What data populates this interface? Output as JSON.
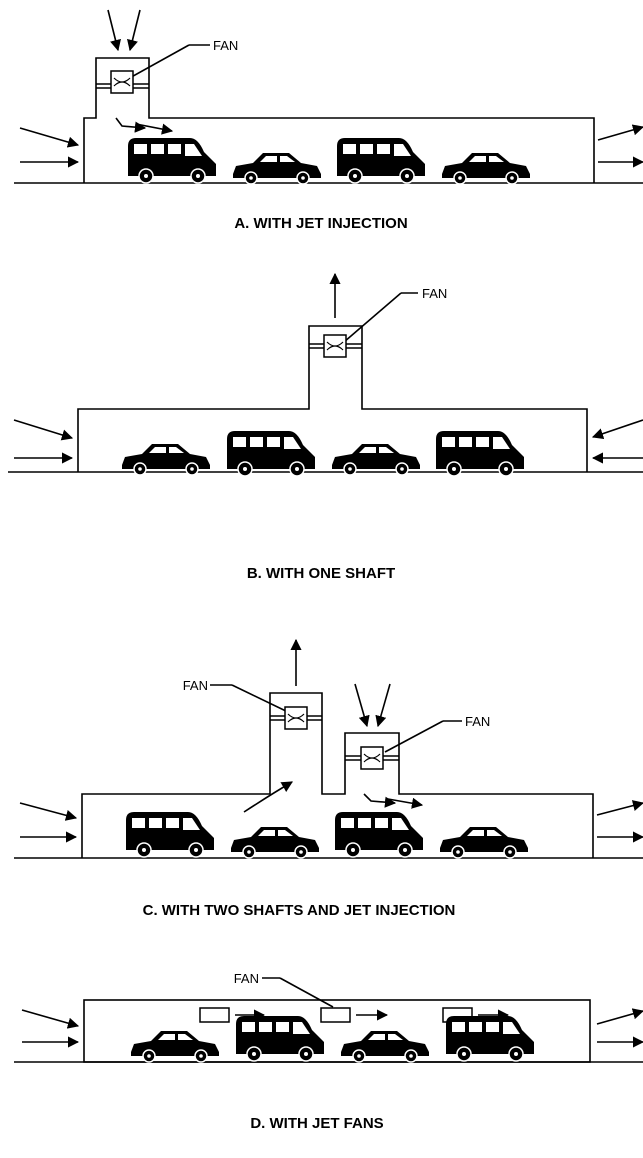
{
  "panels": [
    {
      "id": "a",
      "caption": "A. WITH JET INJECTION",
      "fan_labels": [
        "FAN"
      ]
    },
    {
      "id": "b",
      "caption": "B. WITH ONE SHAFT",
      "fan_labels": [
        "FAN"
      ]
    },
    {
      "id": "c",
      "caption": "C. WITH TWO SHAFTS AND JET INJECTION",
      "fan_labels": [
        "FAN",
        "FAN"
      ]
    },
    {
      "id": "d",
      "caption": "D. WITH JET FANS",
      "fan_labels": [
        "FAN"
      ]
    }
  ],
  "vehicle_icons": [
    "van-icon",
    "car-icon"
  ],
  "colors": {
    "stroke": "#000000",
    "background": "#ffffff"
  }
}
